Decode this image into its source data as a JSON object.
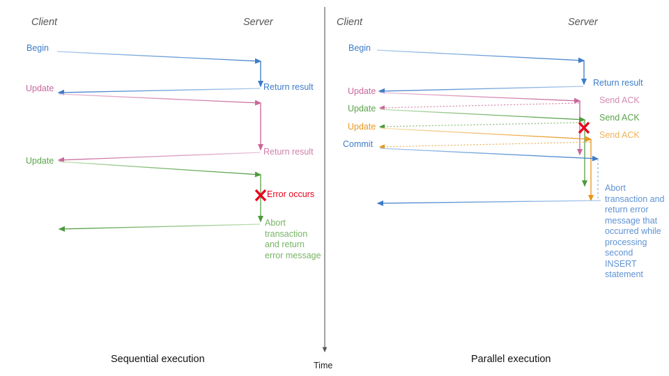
{
  "figure": {
    "title_left": "Sequential execution",
    "title_right": "Parallel execution",
    "time_axis_label": "Time"
  },
  "colors": {
    "blue": "#3d7cc9",
    "blue_light": "#8cb5e3",
    "pink": "#c8679a",
    "pink_light": "#e0a7c4",
    "green": "#4e9a3f",
    "green_light": "#9dcb8e",
    "orange": "#e8971e",
    "orange_light": "#f5c271",
    "red": "#e8001c",
    "axis": "#555555",
    "actor_text": "#555555",
    "caption_text": "#111111"
  },
  "left": {
    "actor_client": "Client",
    "actor_server": "Server",
    "messages": [
      {
        "label": "Begin",
        "color": "blue"
      },
      {
        "label": "Return result",
        "color": "blue"
      },
      {
        "label": "Update",
        "color": "pink"
      },
      {
        "label": "Return result",
        "color": "pink"
      },
      {
        "label": "Update",
        "color": "green"
      }
    ],
    "error_marker": "X",
    "error_label": "Error occurs",
    "abort_label": "Abort transaction and return error message"
  },
  "right": {
    "actor_client": "Client",
    "actor_server": "Server",
    "messages": [
      {
        "label": "Begin",
        "color": "blue"
      },
      {
        "label": "Return result",
        "color": "blue"
      },
      {
        "label": "Update",
        "color": "pink"
      },
      {
        "label": "Send ACK",
        "color": "pink"
      },
      {
        "label": "Update",
        "color": "green"
      },
      {
        "label": "Send ACK",
        "color": "green"
      },
      {
        "label": "Update",
        "color": "orange"
      },
      {
        "label": "Send ACK",
        "color": "orange"
      },
      {
        "label": "Commit",
        "color": "blue"
      }
    ],
    "error_marker": "X",
    "abort_label": "Abort transaction and return error message that occurred while processing second INSERT statement"
  }
}
